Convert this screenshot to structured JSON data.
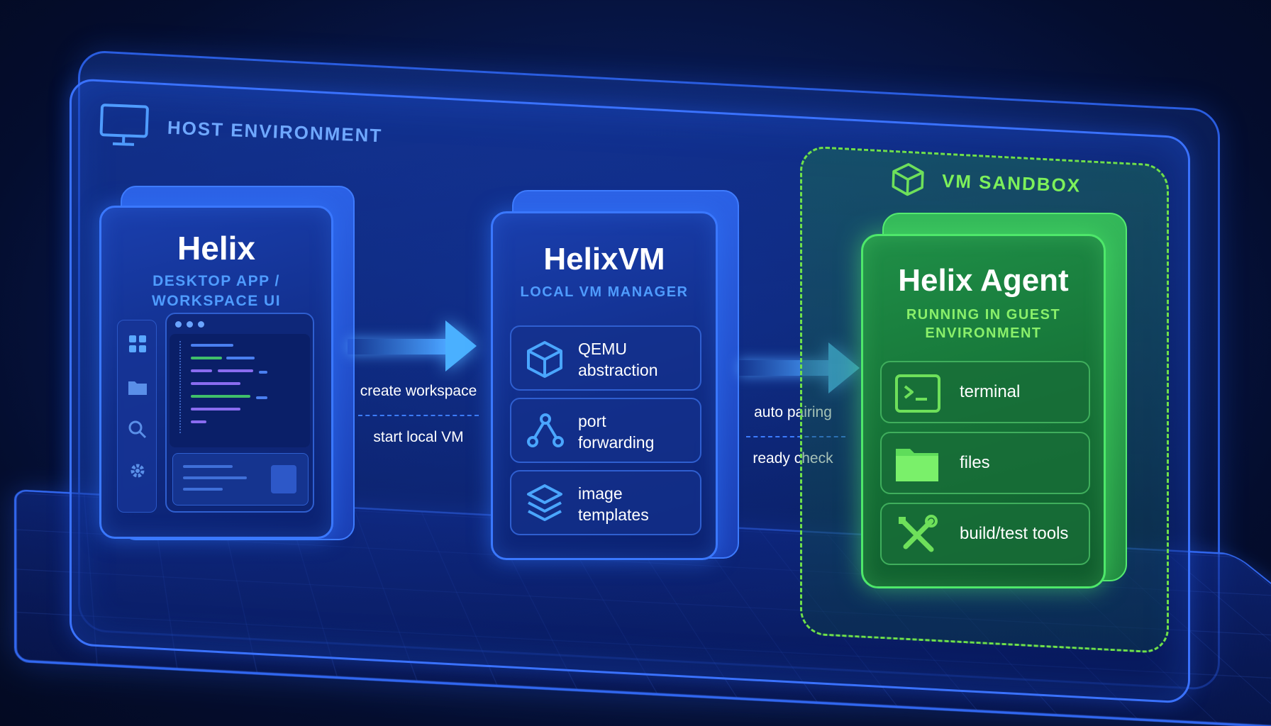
{
  "host": {
    "label": "HOST ENVIRONMENT",
    "icon": "monitor-icon"
  },
  "helix": {
    "title": "Helix",
    "subtitle_line1": "DESKTOP APP /",
    "subtitle_line2": "WORKSPACE UI"
  },
  "flow1": {
    "top": "create workspace",
    "bottom": "start local VM"
  },
  "helixvm": {
    "title": "HelixVM",
    "subtitle": "LOCAL VM MANAGER",
    "features": [
      {
        "icon": "cube-icon",
        "line1": "QEMU",
        "line2": "abstraction"
      },
      {
        "icon": "network-nodes-icon",
        "line1": "port",
        "line2": "forwarding"
      },
      {
        "icon": "layers-icon",
        "line1": "image",
        "line2": "templates"
      }
    ]
  },
  "flow2": {
    "top": "auto pairing",
    "bottom": "ready check"
  },
  "sandbox": {
    "label": "VM SANDBOX",
    "icon": "box-icon"
  },
  "agent": {
    "title": "Helix Agent",
    "subtitle_line1": "RUNNING IN GUEST",
    "subtitle_line2": "ENVIRONMENT",
    "features": [
      {
        "icon": "terminal-icon",
        "label": "terminal"
      },
      {
        "icon": "folder-icon",
        "label": "files"
      },
      {
        "icon": "tools-icon",
        "label": "build/test tools"
      }
    ]
  },
  "colors": {
    "blue_accent": "#3a78ff",
    "blue_text": "#4f9cff",
    "green_accent": "#4ee86a",
    "green_text": "#7df05a"
  }
}
